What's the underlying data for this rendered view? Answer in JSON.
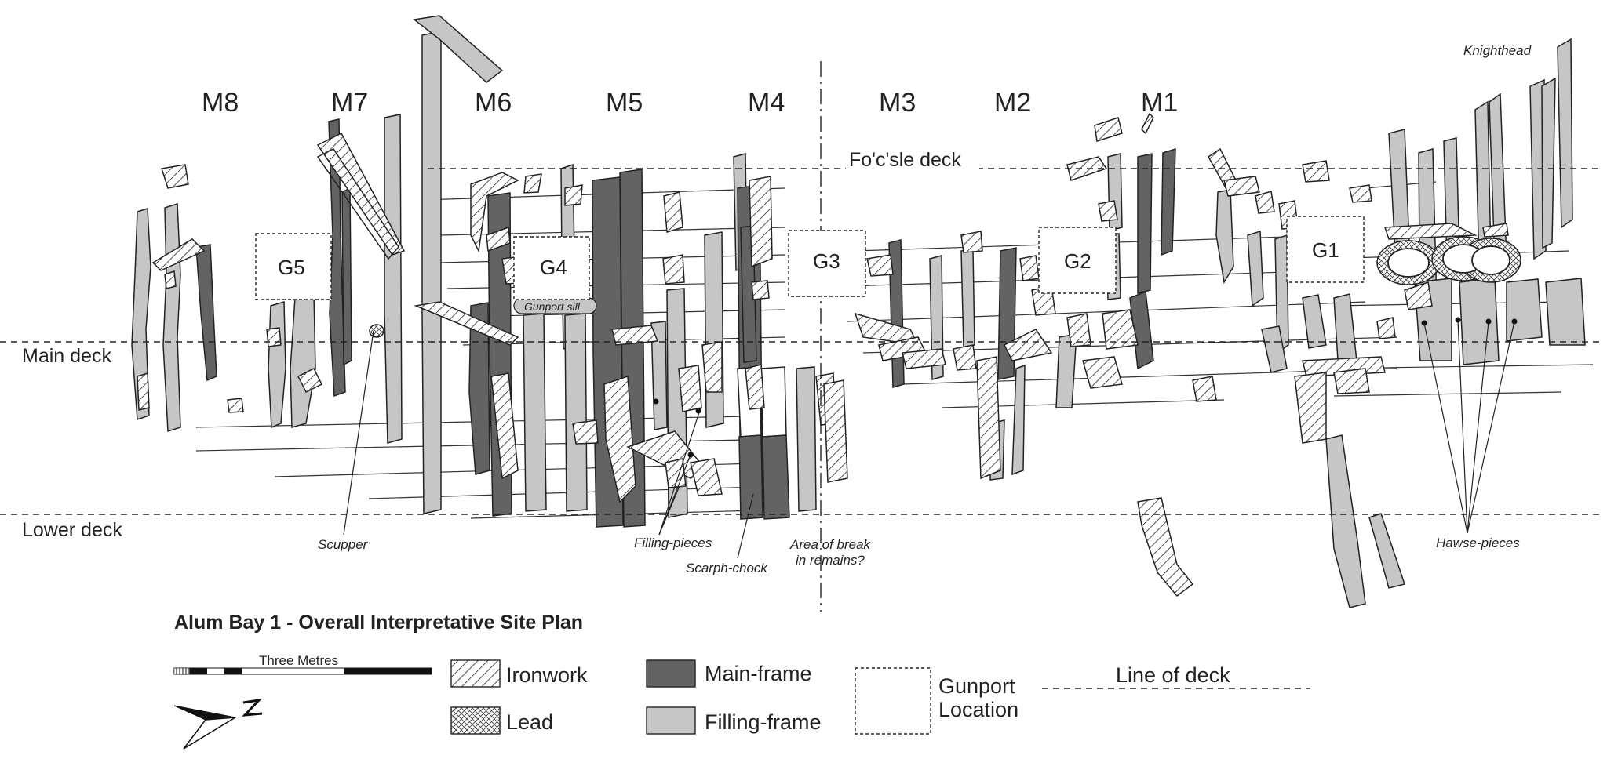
{
  "title": "Alum Bay 1 - Overall Interpretative Site Plan",
  "frame_labels": [
    "M8",
    "M7",
    "M6",
    "M5",
    "M4",
    "M3",
    "M2",
    "M1"
  ],
  "gunport_labels": [
    "G5",
    "G4",
    "G3",
    "G2",
    "G1"
  ],
  "decks": {
    "fcsle": "Fo'c'sle deck",
    "main": "Main deck",
    "lower": "Lower deck"
  },
  "annotations": {
    "knighthead": "Knighthead",
    "gunport_sill": "Gunport sill",
    "scupper": "Scupper",
    "filling_pieces": "Filling-pieces",
    "scarph_chock": "Scarph-chock",
    "break_line1": "Area of break",
    "break_line2": "in remains?",
    "hawse_pieces": "Hawse-pieces"
  },
  "legend": {
    "ironwork": "Ironwork",
    "lead": "Lead",
    "main_frame": "Main-frame",
    "filling_frame": "Filling-frame",
    "gunport_line1": "Gunport",
    "gunport_line2": "Location",
    "line_of_deck": "Line of deck"
  },
  "scale_bar": {
    "label": "Three Metres"
  },
  "colors": {
    "main_frame": "#636363",
    "filling_frame": "#c6c6c6",
    "outline": "#222222",
    "background": "#ffffff"
  },
  "icons": [
    "north-arrow-icon"
  ]
}
